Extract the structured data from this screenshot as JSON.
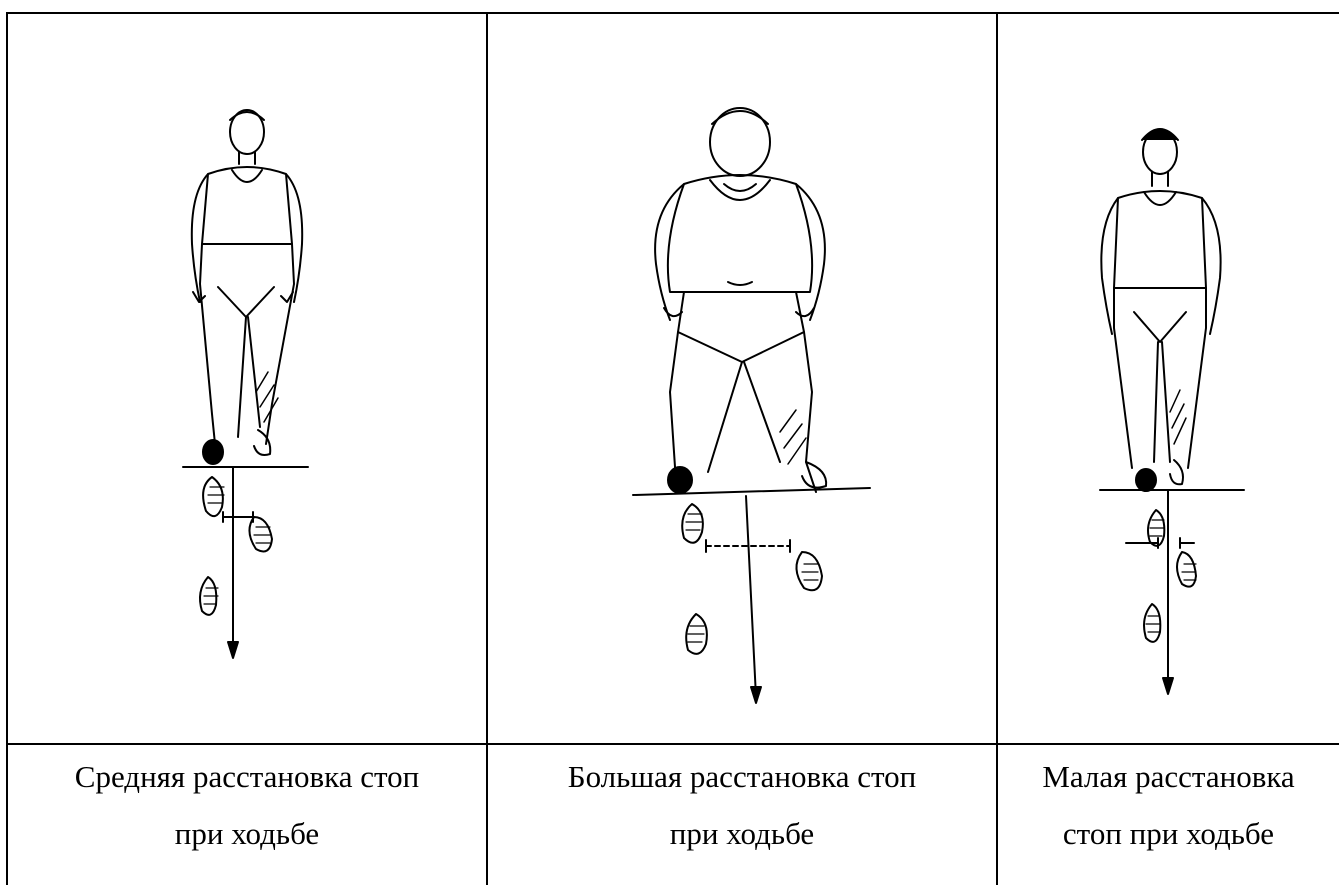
{
  "panels": [
    {
      "id": "medium",
      "caption_line1": "Средняя расстановка стоп",
      "caption_line2": "при ходьбе"
    },
    {
      "id": "large",
      "caption_line1": "Большая расстановка стоп",
      "caption_line2": "при ходьбе"
    },
    {
      "id": "small",
      "caption_line1": "Малая расстановка",
      "caption_line2": "стоп при ходьбе"
    }
  ],
  "colors": {
    "ink": "#000000",
    "background": "#ffffff"
  }
}
